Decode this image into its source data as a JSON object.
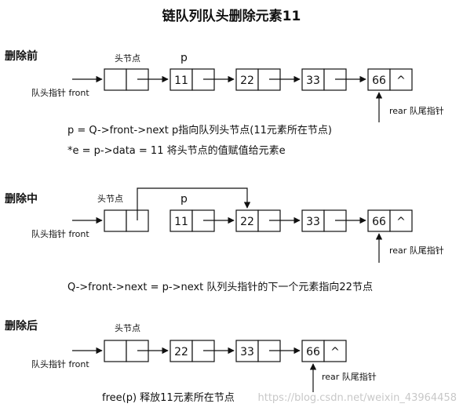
{
  "title": "链队列队头删除元素11",
  "front_label": "队头指针 front",
  "head_label": "头节点",
  "rear_label": "rear 队尾指针",
  "p_label": "p",
  "sections": [
    {
      "heading": "删除前",
      "nodes": [
        "",
        "11",
        "22",
        "33",
        "66"
      ],
      "tail_symbol": "^",
      "notes": [
        "p = Q->front->next   p指向队列头节点(11元素所在节点)",
        "*e = p->data = 11   将头节点的值赋值给元素e"
      ]
    },
    {
      "heading": "删除中",
      "nodes": [
        "",
        "11",
        "22",
        "33",
        "66"
      ],
      "tail_symbol": "^",
      "notes": [
        "Q->front->next = p->next  队列头指针的下一个元素指向22节点"
      ]
    },
    {
      "heading": "删除后",
      "nodes": [
        "",
        "22",
        "33",
        "66"
      ],
      "tail_symbol": "^",
      "notes": [
        "free(p)  释放11元素所在节点"
      ]
    }
  ],
  "watermark": "https://blog.csdn.net/weixin_43964458"
}
